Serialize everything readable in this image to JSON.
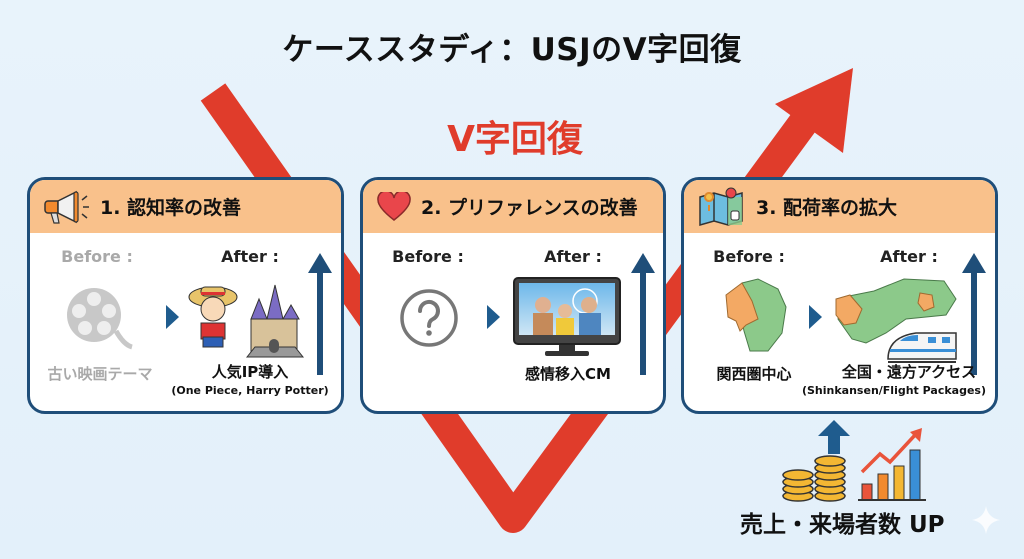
{
  "title": "ケーススタディ：USJのV字回復",
  "v_label": "V字回復",
  "colors": {
    "accent_red": "#e03c2b",
    "card_border": "#1f4e79",
    "card_header": "#f9c18b",
    "arrow_blue": "#1f5c8e",
    "before_grey": "#a9a9a9"
  },
  "cards": [
    {
      "header": "1. 認知率の改善",
      "header_icon": "megaphone-icon",
      "before_label": "Before :",
      "after_label": "After :",
      "before_icon": "film-reel-icon",
      "after_icon": "character-and-castle-icon",
      "before_caption": "古い映画テーマ",
      "after_caption": "人気IP導入",
      "after_sub": "(One Piece, Harry Potter)"
    },
    {
      "header": "2. プリファレンスの改善",
      "header_icon": "heart-icon",
      "before_label": "Before :",
      "after_label": "After :",
      "before_icon": "question-mark-icon",
      "after_icon": "tv-commercial-icon",
      "before_caption": "",
      "after_caption": "感情移入CM"
    },
    {
      "header": "3. 配荷率の拡大",
      "header_icon": "map-icon",
      "before_label": "Before :",
      "after_label": "After :",
      "before_icon": "kansai-map-icon",
      "after_icon": "japan-map-shinkansen-icon",
      "before_caption": "関西圏中心",
      "after_caption": "全国・遠方アクセス",
      "after_sub": "(Shinkansen/Flight Packages)"
    }
  ],
  "result": {
    "label": "売上・来場者数 UP",
    "icons": [
      "coins-icon",
      "growth-chart-icon"
    ]
  }
}
